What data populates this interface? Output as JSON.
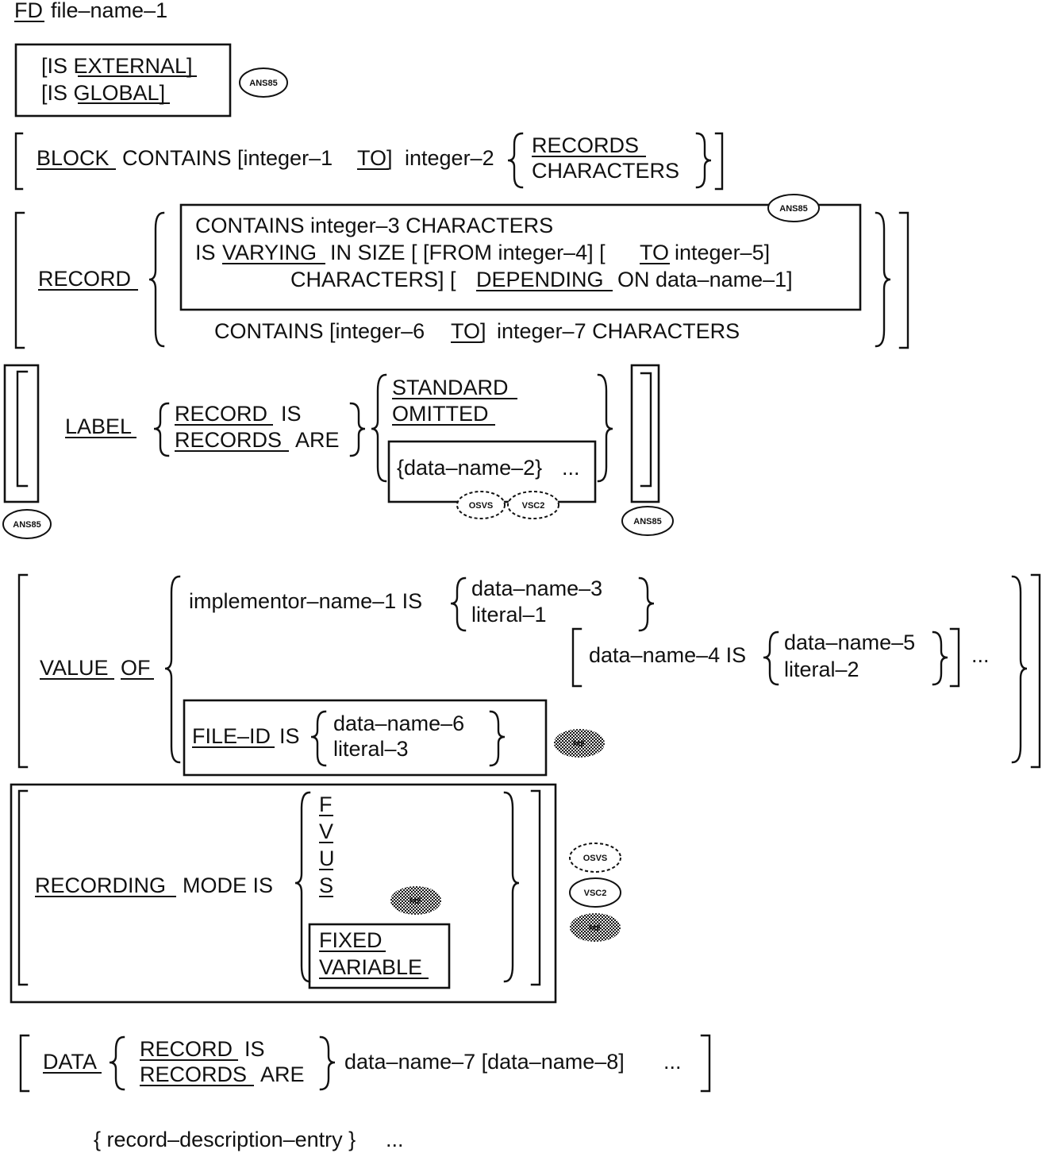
{
  "fd": {
    "keyword": "FD",
    "file_name": "file–name–1"
  },
  "external_global": {
    "line1": "[IS EXTERNAL]",
    "line2": "[IS GLOBAL]"
  },
  "block": {
    "keyword": "BLOCK",
    "contains": "CONTAINS [integer–1",
    "to": "TO]",
    "integer2": "integer–2",
    "records": "RECORDS",
    "characters": "CHARACTERS"
  },
  "record": {
    "keyword": "RECORD",
    "line1": "CONTAINS integer–3 CHARACTERS",
    "line2_is": "IS",
    "line2_varying": "VARYING",
    "line2_rest": "IN SIZE [ [FROM integer–4] [",
    "line2_to": "TO",
    "line2_end": "integer–5]",
    "line3_start": "CHARACTERS] [",
    "line3_depending": "DEPENDING",
    "line3_end": "ON data–name–1]",
    "line4_start": "CONTAINS [integer–6",
    "line4_to": "TO]",
    "line4_end": "integer–7 CHARACTERS"
  },
  "label": {
    "keyword": "LABEL",
    "record_is_1": "RECORD",
    "record_is_2": "IS",
    "records_are_1": "RECORDS",
    "records_are_2": "ARE",
    "standard": "STANDARD",
    "omitted": "OMITTED",
    "data_name": "{data–name–2}",
    "ellipsis": "..."
  },
  "value_of": {
    "value": "VALUE",
    "of": "OF",
    "impl": "implementor–name–1 IS",
    "dn3": "data–name–3",
    "lit1": "literal–1",
    "dn4": "data–name–4 IS",
    "dn5": "data–name–5",
    "lit2": "literal–2",
    "ellipsis": "...",
    "file_id": "FILE–ID",
    "is": "IS",
    "dn6": "data–name–6",
    "lit3": "literal–3"
  },
  "recording_mode": {
    "recording": "RECORDING",
    "mode_is": "MODE IS",
    "options": [
      "F",
      "V",
      "U",
      "S"
    ],
    "fixed": "FIXED",
    "variable": "VARIABLE"
  },
  "data_clause": {
    "keyword": "DATA",
    "record_is_1": "RECORD",
    "record_is_2": "IS",
    "records_are_1": "RECORDS",
    "records_are_2": "ARE",
    "names": "data–name–7 [data–name–8]",
    "ellipsis": "..."
  },
  "record_entry": {
    "text": "{ record–description–entry }",
    "ellipsis": "..."
  },
  "badges": {
    "ans85": "ANS85",
    "osvs": "OSVS",
    "vsc2": "VSC2",
    "mf": "MF"
  }
}
